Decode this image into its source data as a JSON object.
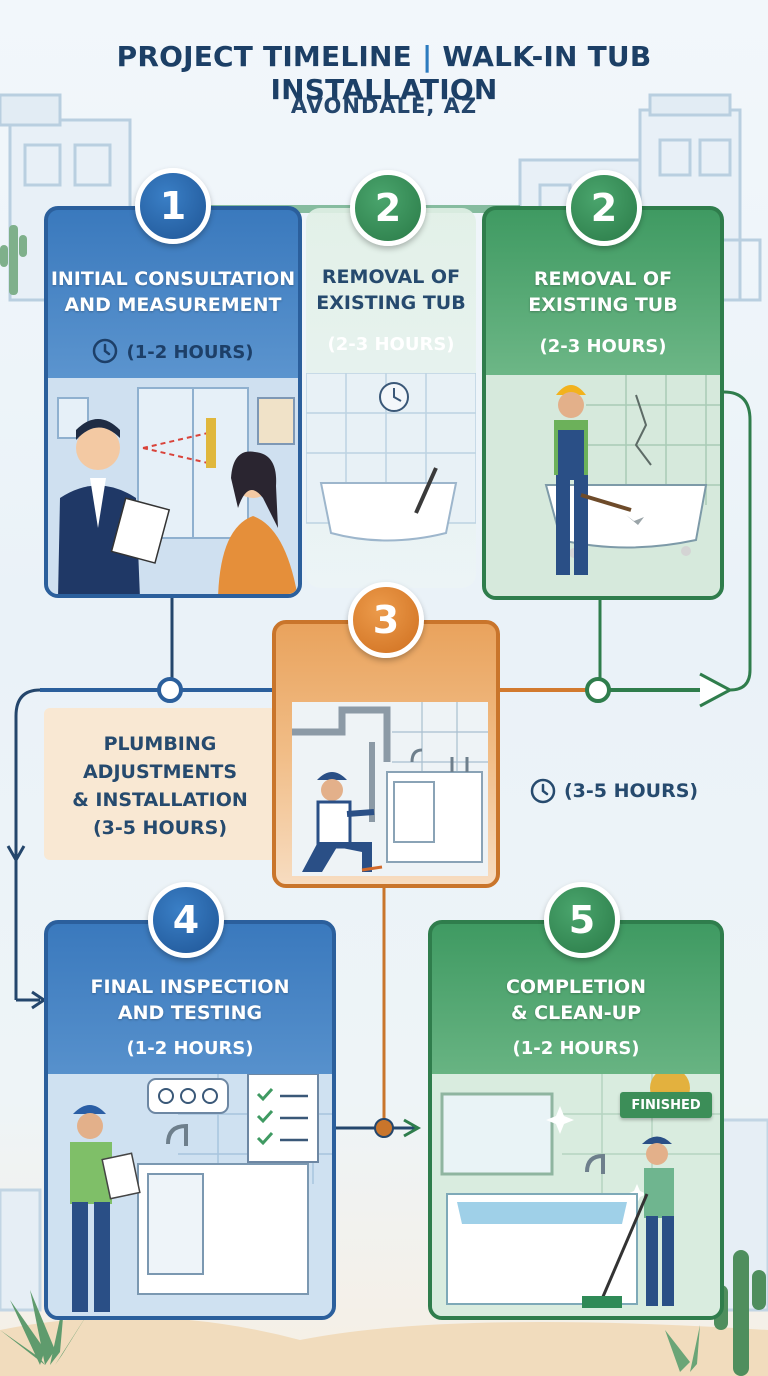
{
  "header": {
    "title_left": "PROJECT TIMELINE",
    "title_sep": "|",
    "title_right": "WALK-IN TUB INSTALLATION",
    "location": "AVONDALE, AZ"
  },
  "steps": [
    {
      "number": "1",
      "title_line1": "INITIAL CONSULTATION",
      "title_line2": "AND MEASUREMENT",
      "duration": "(1-2 HOURS)",
      "color": "#2b5f9c"
    },
    {
      "number": "2",
      "title_line1": "REMOVAL OF",
      "title_line2": "EXISTING TUB",
      "duration": "(2-3 HOURS)",
      "color": "#2f7d4c"
    },
    {
      "number": "2",
      "title_line1": "REMOVAL OF",
      "title_line2": "EXISTING TUB",
      "duration": "(2-3 HOURS)",
      "color": "#2f7d4c"
    },
    {
      "number": "3",
      "title_line1": "PLUMBING",
      "title_line2": "ADJUSTMENTS",
      "title_line3": "& INSTALLATION",
      "duration": "(3-5 HOURS)",
      "duration_side": "(3-5 HOURS)",
      "color": "#c9752b"
    },
    {
      "number": "4",
      "title_line1": "FINAL INSPECTION",
      "title_line2": "AND TESTING",
      "duration": "(1-2 HOURS)",
      "color": "#2b5f9c"
    },
    {
      "number": "5",
      "title_line1": "COMPLETION",
      "title_line2": "& CLEAN-UP",
      "duration": "(1-2 HOURS)",
      "badge_label": "FINISHED",
      "color": "#2f7d4c"
    }
  ],
  "icons": {
    "clock": "clock-icon",
    "ruler": "measuring-tape-icon",
    "clipboard": "checklist-icon",
    "sparkle": "sparkle-icon",
    "ribbon": "finished-ribbon-icon"
  }
}
